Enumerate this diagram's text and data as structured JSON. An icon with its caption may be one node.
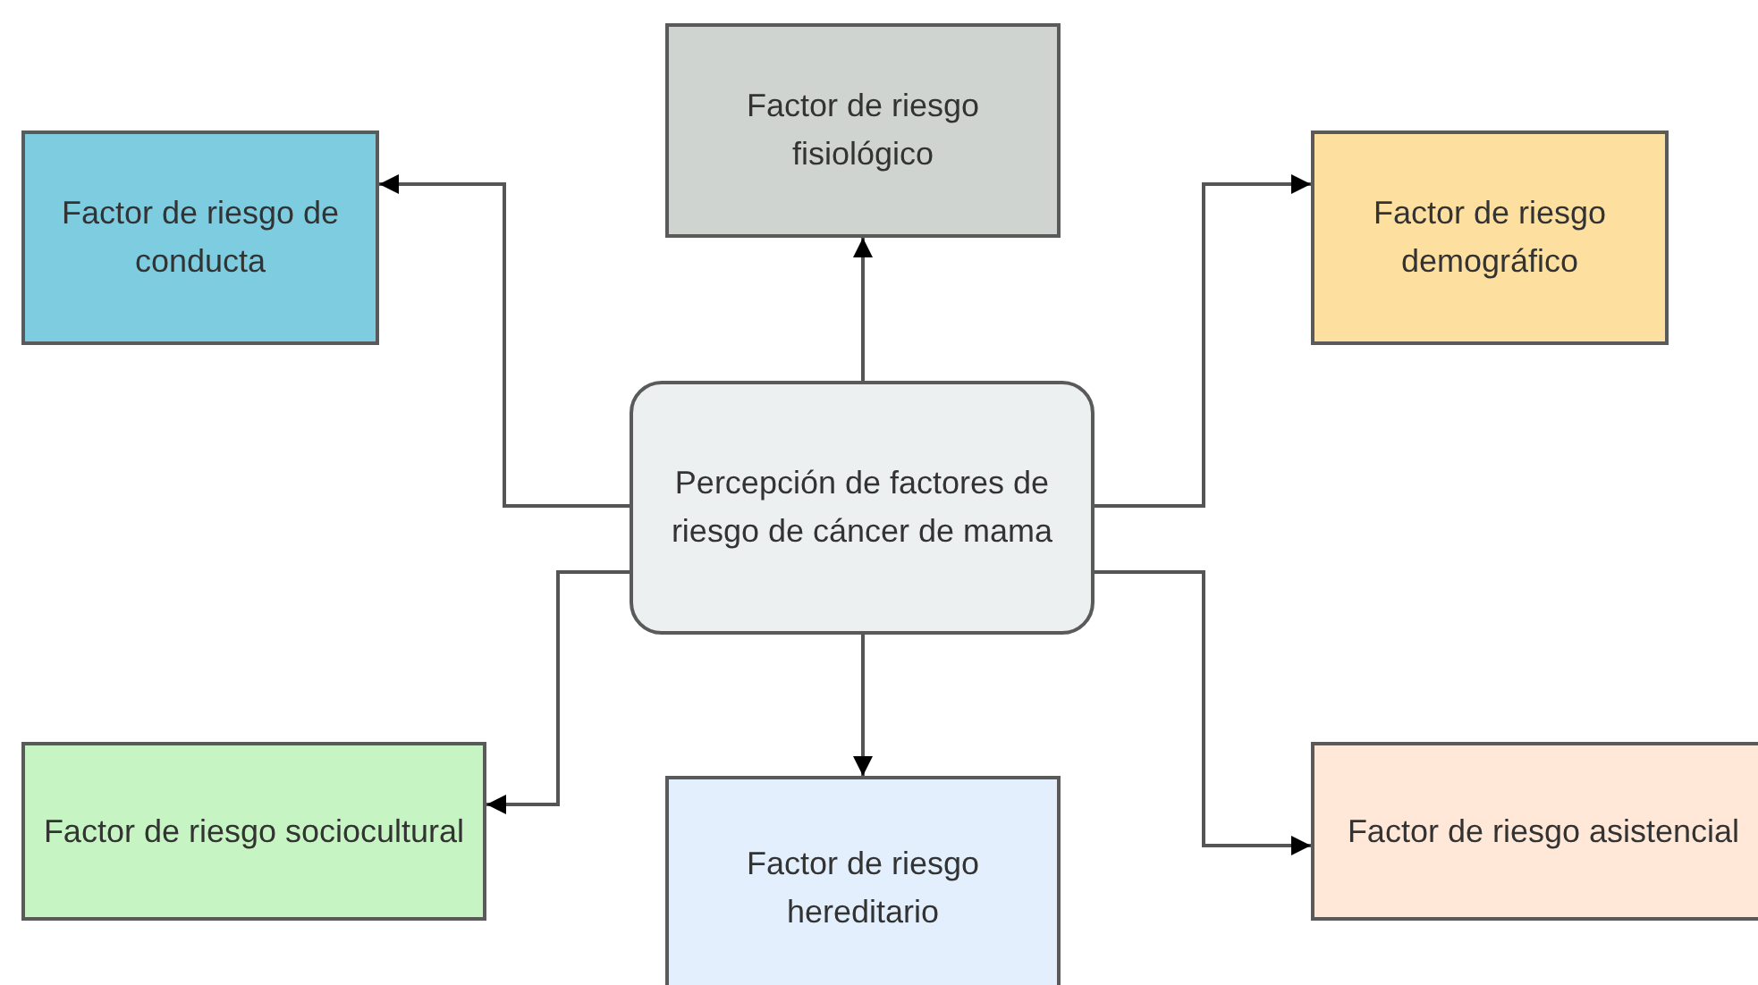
{
  "diagram": {
    "nodes": [
      {
        "text": [
          "Factor de riesgo fisiológico"
        ]
      },
      {
        "text": [
          "Factor de riesgo de conducta"
        ]
      },
      {
        "text": [
          "Factor de riesgo demográfico"
        ]
      },
      {
        "text": [
          "Percepción de factores de riesgo de cáncer de mama"
        ]
      },
      {
        "text": [
          "Factor de riesgo sociocultural"
        ]
      },
      {
        "text": [
          "Factor de riesgo hereditario"
        ]
      },
      {
        "text": [
          "Factor de riesgo asistencial"
        ]
      }
    ],
    "edges": [
      {
        "from": 3,
        "to": 0,
        "arrow": "to"
      },
      {
        "from": 3,
        "to": 1,
        "arrow": "to"
      },
      {
        "from": 3,
        "to": 2,
        "arrow": "to"
      },
      {
        "from": 3,
        "to": 4,
        "arrow": "to"
      },
      {
        "from": 3,
        "to": 5,
        "arrow": "to"
      },
      {
        "from": 3,
        "to": 6,
        "arrow": "to"
      }
    ]
  }
}
